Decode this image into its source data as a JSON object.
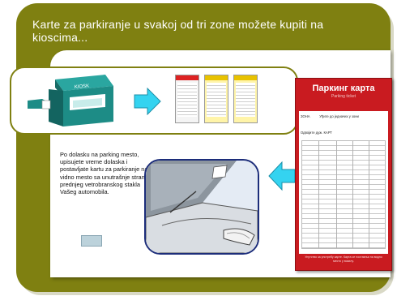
{
  "slide": {
    "title": "Karte za parkiranje u svakoj od tri zone možete kupiti na kioscima...",
    "instruction": "Po dolasku na parking mesto, upisujete vreme dolaska i postavljate kartu za parkiranje na vidno mesto sa unutrašnje strane prednjeg vetrobranskog stakla Vašeg automobila."
  },
  "kiosk": {
    "sign": "KIOSK"
  },
  "ticket": {
    "title": "Паркинг карта",
    "subtitle": "Parking ticket",
    "row1_left": "ЗОНА",
    "row1_right": "Уђите до једначих у зони",
    "row2": "Одвојите дуж. КАРТ",
    "footer": "Упутство за употребу карте. Карта се поставља на видно место у возилу."
  },
  "colors": {
    "frame": "#7f8011",
    "ticket_red": "#c91b20",
    "arrow_cyan": "#34d3f0",
    "car_border": "#1c2d7a",
    "kiosk_teal": "#1d8c86"
  },
  "icons": {
    "kiosk": "kiosk-illustration",
    "arrow_right": "arrow-right-icon",
    "arrow_left": "arrow-left-icon",
    "car": "car-windshield-illustration"
  }
}
